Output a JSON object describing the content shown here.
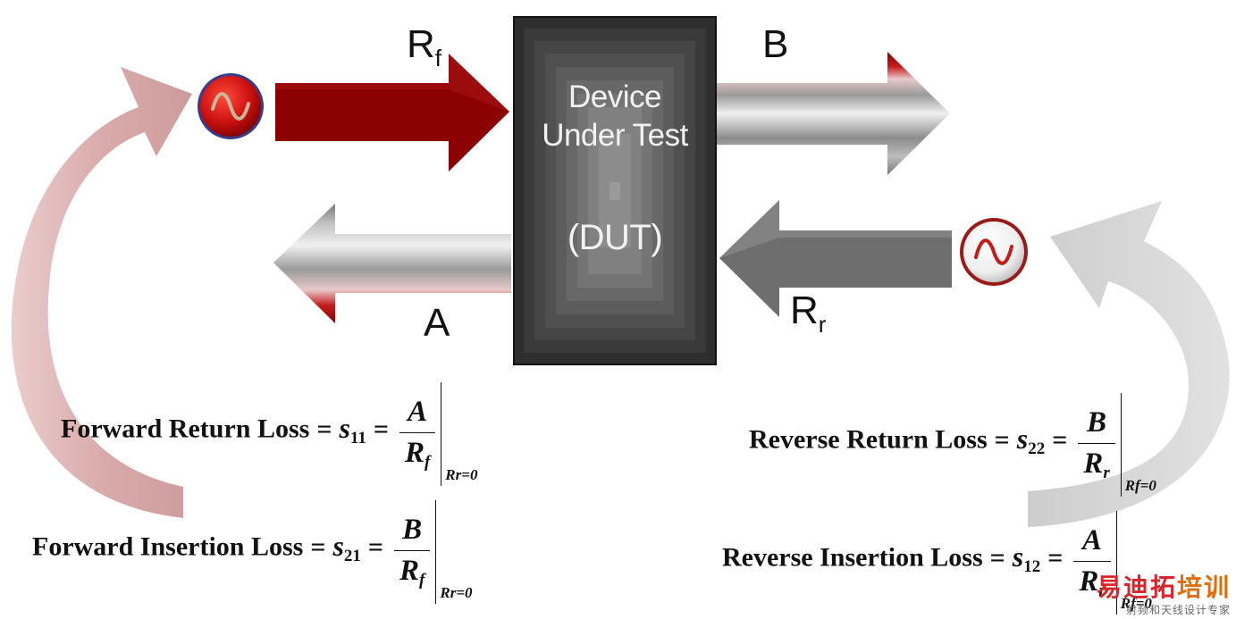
{
  "dut": {
    "line1": "Device",
    "line2": "Under Test",
    "line3": "(DUT)"
  },
  "signals": {
    "rf": {
      "main": "R",
      "sub": "f"
    },
    "b": "B",
    "a": "A",
    "rr": {
      "main": "R",
      "sub": "r"
    }
  },
  "equations": {
    "s11": {
      "name": "Forward Return Loss",
      "op": "=",
      "s": "s",
      "idx": "11",
      "eq2": "=",
      "num": "A",
      "den": "R",
      "den_sub": "f",
      "cond": "Rr=0"
    },
    "s21": {
      "name": "Forward Insertion Loss",
      "op": "=",
      "s": "s",
      "idx": "21",
      "eq2": "=",
      "num": "B",
      "den": "R",
      "den_sub": "f",
      "cond": "Rr=0"
    },
    "s22": {
      "name": "Reverse Return Loss",
      "op": "=",
      "s": "s",
      "idx": "22",
      "eq2": "=",
      "num": "B",
      "den": "R",
      "den_sub": "r",
      "cond": "Rf=0"
    },
    "s12": {
      "name": "Reverse Insertion Loss",
      "op": "=",
      "s": "s",
      "idx": "12",
      "eq2": "=",
      "num": "A",
      "den": "R",
      "den_sub": "r",
      "cond": "Rf=0"
    }
  },
  "watermark": {
    "line1a": "易迪拓",
    "line1b": "培训",
    "line2": "射频和天线设计专家"
  },
  "colors": {
    "dark_red": "#8b0000",
    "gray": "#6e6e6e",
    "pink": "#d8a8a8",
    "light_gray": "#d0d0d0",
    "dut_box": "#3a3a3a"
  },
  "icons": {
    "forward_source": "sine-wave-source-icon",
    "reverse_source": "sine-wave-source-icon"
  }
}
